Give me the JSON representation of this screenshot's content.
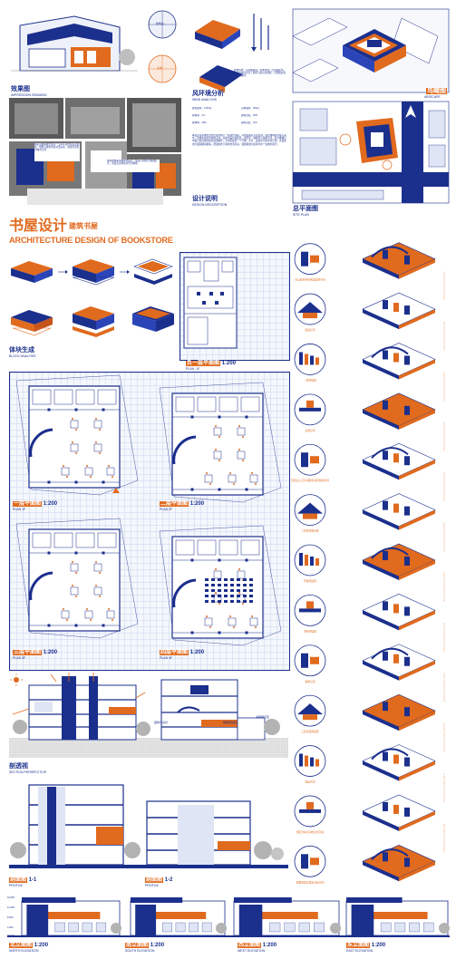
{
  "colors": {
    "blue": "#1b2f8c",
    "orange": "#e06a1e",
    "grey": "#8c8c8c",
    "light": "#dfe5f4"
  },
  "sections": {
    "impression": {
      "cn": "效果图",
      "en": "IMPRESSION DRAWING"
    },
    "wind": {
      "cn": "风环境分析",
      "en": "WIND ANALYSIS"
    },
    "airscape": {
      "cn": "鸟瞰图",
      "en": "AIRSCAPE"
    },
    "site": {
      "cn": "总平面图",
      "en": "SITE PLAN"
    },
    "design": {
      "cn": "设计说明",
      "en": "DESIGN DESCRIPTION"
    },
    "block": {
      "cn": "体块生成",
      "en": "BLOCK ANALYSIS"
    },
    "plan0": {
      "cn": "负一层平面图",
      "en": "PLAN -1F",
      "scale": "1:200"
    },
    "plan1": {
      "cn": "一层平面图",
      "en": "PLAN 1F",
      "scale": "1:200"
    },
    "plan2": {
      "cn": "二层平面图",
      "en": "PLAN 2F",
      "scale": "1:200"
    },
    "plan3": {
      "cn": "三层平面图",
      "en": "PLAN 3F",
      "scale": "1:200"
    },
    "plan4": {
      "cn": "四层平面图",
      "en": "PLAN 4F",
      "scale": "1:200"
    },
    "sectionP": {
      "cn": "剖透视",
      "en": "SECTION PERSPECTIVE"
    },
    "profile1": {
      "cn": "剖面图",
      "en": "PROFILE",
      "num": "1-1"
    },
    "profile2": {
      "cn": "剖面图",
      "en": "PROFILE",
      "num": "1-2"
    },
    "north": {
      "cn": "北立面图",
      "en": "NORTH ELEVATION",
      "scale": "1:200"
    },
    "south": {
      "cn": "南立面图",
      "en": "SOUTH ELEVATION",
      "scale": "1:200"
    },
    "west": {
      "cn": "西立面图",
      "en": "WEST ELEVATION",
      "scale": "1:200"
    },
    "east": {
      "cn": "东立面图",
      "en": "EAST ELEVATION",
      "scale": "1:200"
    }
  },
  "main_title": {
    "cn": "书屋设计",
    "cn_small": "建筑书屋",
    "en": "ARCHITECTURE DESIGN OF BOOKSTORE"
  },
  "circle_labels": {
    "top": "建筑主",
    "bottom": "主体"
  },
  "impression_notes": [
    "将街道建筑融合在同一空间环境中营造出建筑、场所与城市间的对话关系，增强可读性的城市空间",
    "建筑整体采用模块化设计，使其与周围环境相融合，营造出多样化的空间体验"
  ],
  "wind_text": "夏季风向：东南偏南风；冬季风向：西北偏北风。建筑的布局考虑了通风与采光的需要，合理组织自然通风路径。",
  "wind_specs": [
    "建筑面积：1200㎡",
    "占地面积：300㎡",
    "容积率：2.5",
    "建筑密度：40%",
    "绿地率：30%",
    "建筑高度：16m"
  ],
  "design_text": "本设计是在城市历史街区中植入一座现代书屋，以橙蓝两色为主色调，通过体块的穿插与退台，形成丰富的室内外空间。书屋内设有阅读区、展览区、咖啡区与休憩空间，结合楼梯与中庭打造连续的阅读漫游路径，为市民提供一个开放、共享、充满活力的文化空间。立面采用大面积玻璃幕墙，增强内外空间的交流互动，使建筑成为街区中的一处城市客厅。",
  "axo_captions": [
    "可以看到书架阅读区的空间",
    "阅读空间",
    "一层阅读区",
    "交通空间",
    "首层主入口空间融合书店休憩空间",
    "二层夹层展示区",
    "开放阅读区",
    "书架阅读区",
    "咖啡空间",
    "三层书店阅读区",
    "阅读空间",
    "顶层活动空间的交流平台",
    "屋面花园与露台活动空间"
  ],
  "section_notes": [
    "结构与采光",
    "楼梯阅读区",
    "书架展示区"
  ],
  "elevation_marks": [
    "16.000",
    "12.000",
    "8.000",
    "4.000",
    "±0.000"
  ]
}
